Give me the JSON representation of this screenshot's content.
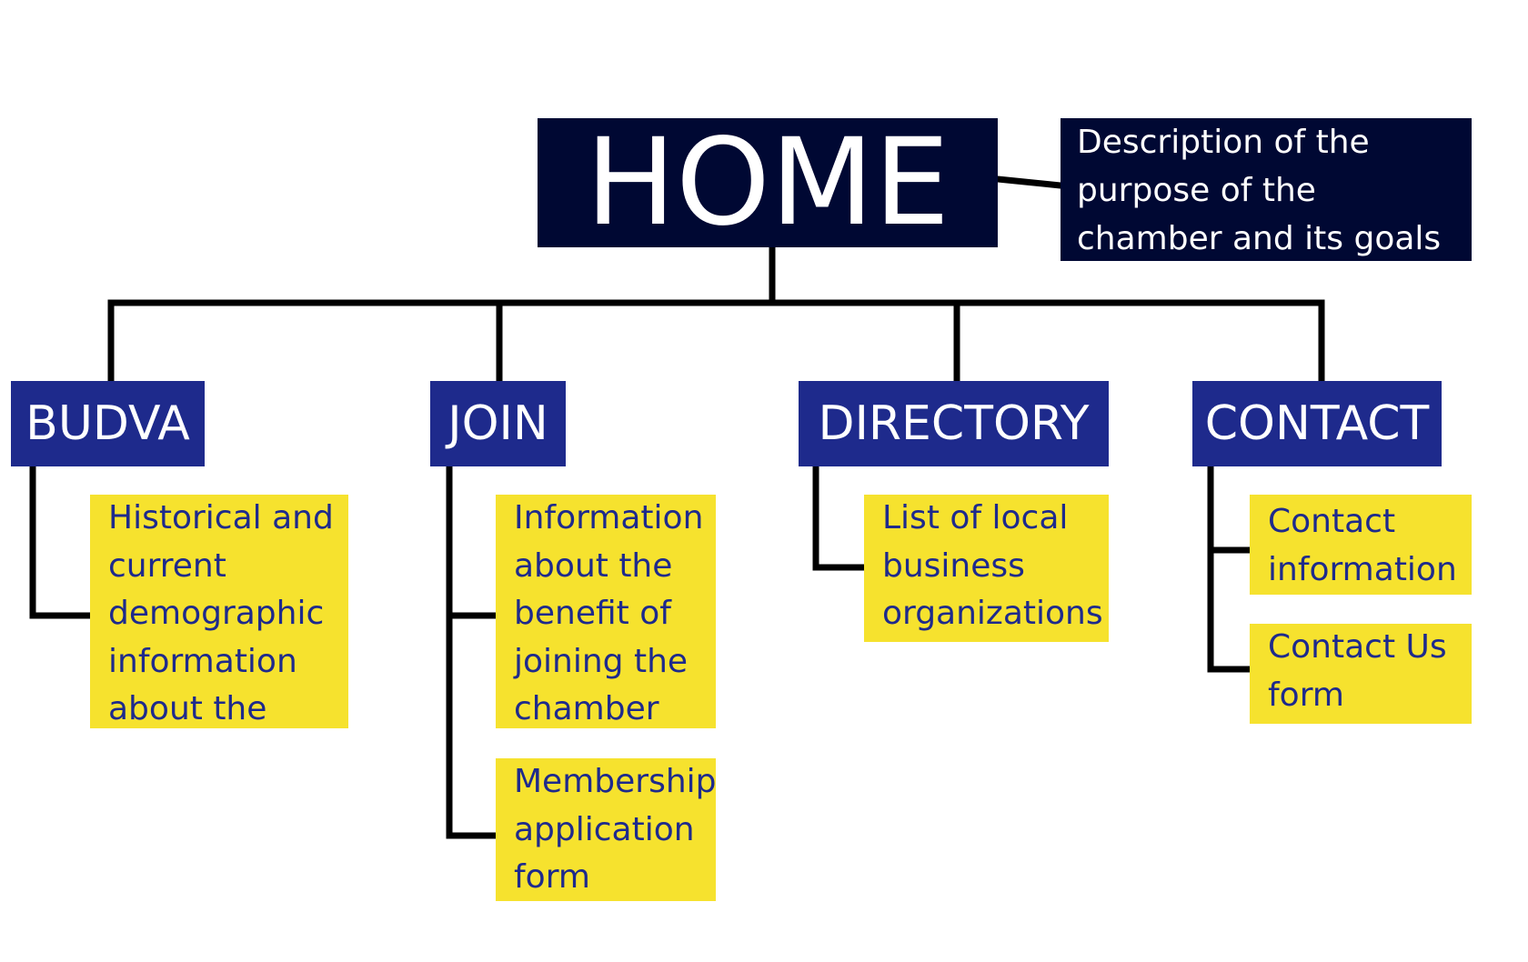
{
  "sitemap": {
    "home": {
      "label": "HOME",
      "description": "Description of the purpose of the chamber and its goals"
    },
    "sections": [
      {
        "label": "BUDVA",
        "pages": [
          "Historical and current demographic information about the city"
        ]
      },
      {
        "label": "JOIN",
        "pages": [
          "Information about the benefit of joining the chamber",
          "Membership application form"
        ]
      },
      {
        "label": "DIRECTORY",
        "pages": [
          "List of local business organizations"
        ]
      },
      {
        "label": "CONTACT",
        "pages": [
          "Contact information",
          "Contact Us form"
        ]
      }
    ]
  },
  "colors": {
    "home_fill": "#000833",
    "section_fill": "#1e2a8c",
    "page_fill": "#f6e22e",
    "page_text": "#1e2a8c",
    "connector": "#000000"
  }
}
